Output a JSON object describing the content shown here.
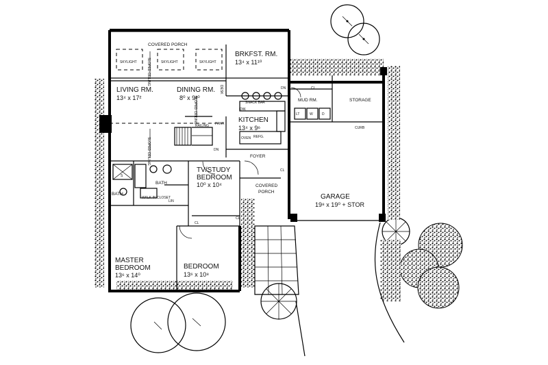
{
  "rooms": {
    "covered_porch_top": "COVERED PORCH",
    "skylight_1": "SKYLIGHT",
    "skylight_2": "SKYLIGHT",
    "skylight_3": "SKYLIGHT",
    "sloped_ceiling_1": "SLOPED CEILING",
    "sloped_ceiling_2": "SLOPED CEILING",
    "sloped_ceiling_3": "SLOPED CEILING",
    "brkfst": {
      "name": "BRKFST. RM.",
      "dim": "13⁴ x 11¹⁰"
    },
    "living": {
      "name": "LIVING RM.",
      "dim": "13⁴ x 17²"
    },
    "dining": {
      "name": "DINING RM.",
      "dim": "8⁰ x 9¹⁰"
    },
    "desk": "DESK",
    "snack_bar": "SNACK BAR",
    "dw": "DW.",
    "kitchen": {
      "name": "KITCHEN",
      "dim": "13⁴ x 9⁶"
    },
    "oven": "OVEN",
    "refg": "REFG.",
    "mud_rm": "MUD RM.",
    "cl_mud": "CL",
    "storage": "STORAGE",
    "curb": "CURB",
    "dn": "DN",
    "railing": "RAILING",
    "pant": "PANT.",
    "dn_stair": "DN",
    "foyer": "FOYER",
    "cl_foyer": "CL",
    "tv_study": {
      "name1": "TV/STUDY",
      "name2": "BEDROOM",
      "dim": "10⁰ x 10⁴"
    },
    "bath_main": "BATH",
    "bath_master": "BATH",
    "walk_in": "WALK-IN CLOSET",
    "lin": "LIN",
    "cl_study": "CL",
    "cl_bed": "CL",
    "covered_porch_entry": "COVERED PORCH",
    "garage": {
      "name": "GARAGE",
      "dim": "19⁸ x 19⁰ + STOR"
    },
    "master": {
      "name1": "MASTER",
      "name2": "BEDROOM",
      "dim": "13⁶ x 14⁰"
    },
    "bedroom": {
      "name": "BEDROOM",
      "dim": "13⁶ x 10⁸"
    },
    "s_label": "S",
    "lt": "LT",
    "w": "W",
    "d": "D"
  },
  "colors": {
    "ink": "#000000",
    "paper": "#ffffff"
  }
}
